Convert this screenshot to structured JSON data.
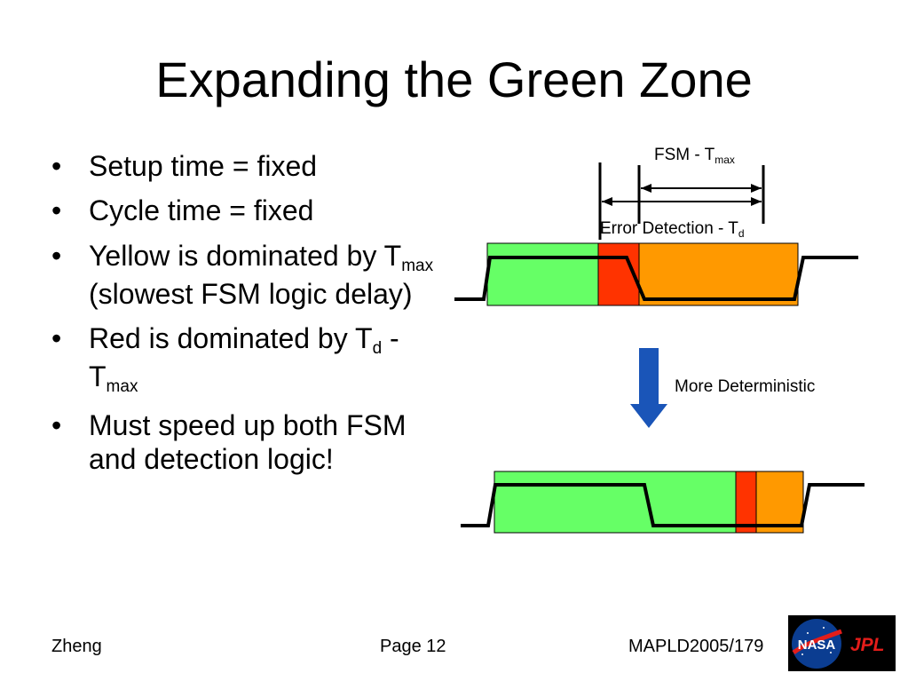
{
  "slide": {
    "title": "Expanding the Green Zone",
    "bullets": [
      {
        "parts": [
          {
            "t": "Setup time = fixed"
          }
        ]
      },
      {
        "parts": [
          {
            "t": "Cycle time = fixed"
          }
        ]
      },
      {
        "parts": [
          {
            "t": "Yellow is dominated by T"
          },
          {
            "sub": "max"
          },
          {
            "t": " (slowest FSM logic delay)"
          }
        ]
      },
      {
        "parts": [
          {
            "t": "Red is dominated by T"
          },
          {
            "sub": "d"
          },
          {
            "t": " - T"
          },
          {
            "sub": "max"
          }
        ]
      },
      {
        "parts": [
          {
            "t": "Must speed up both FSM and detection logic!"
          }
        ]
      }
    ]
  },
  "diagram": {
    "fsm_label": "FSM - T",
    "fsm_label_sub": "max",
    "error_label": "Error Detection - T",
    "error_label_sub": "d",
    "arrow_label": "More Deterministic",
    "colors": {
      "green": "#66ff66",
      "red": "#ff3300",
      "orange": "#ff9900",
      "arrow": "#1a55b8"
    }
  },
  "footer": {
    "author": "Zheng",
    "page": "Page 12",
    "reference": "MAPLD2005/179"
  },
  "logos": {
    "nasa": "NASA",
    "jpl": "JPL"
  }
}
